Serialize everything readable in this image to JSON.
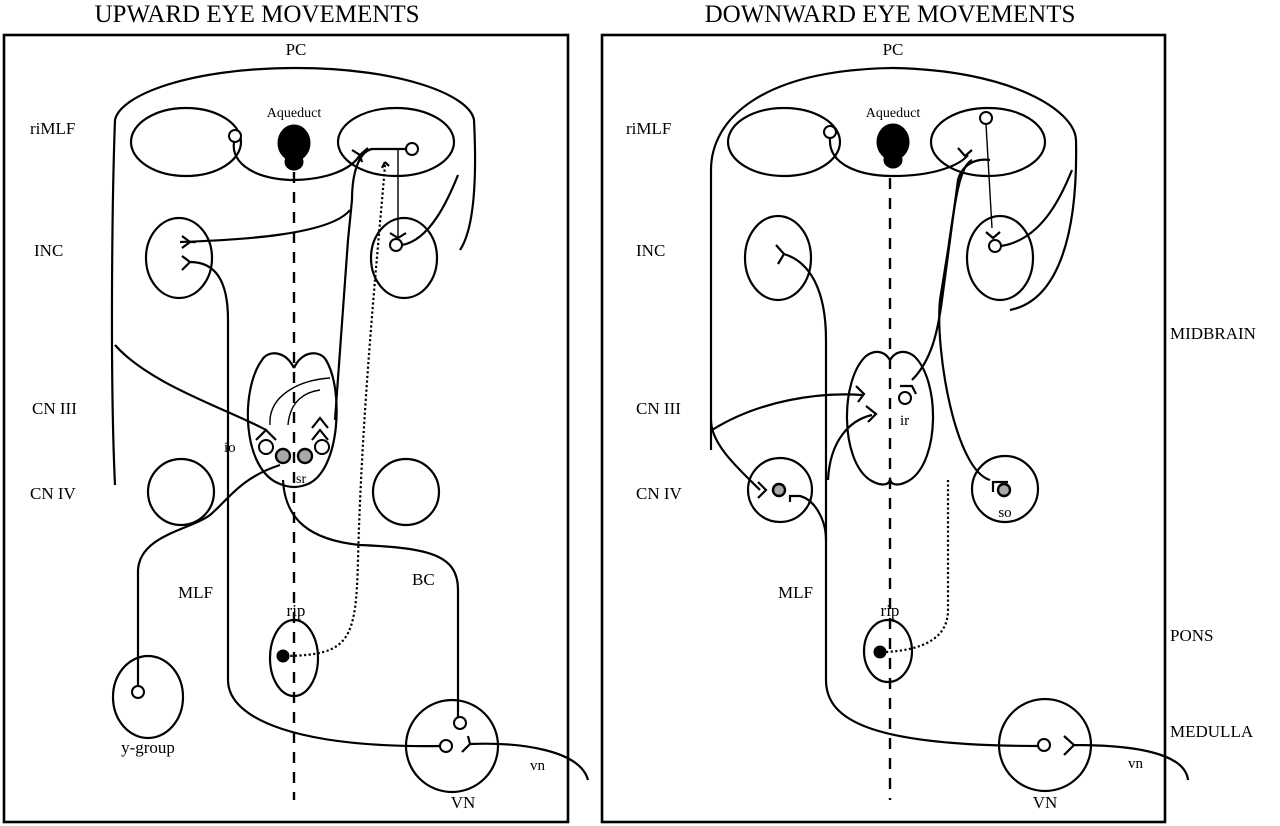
{
  "panels": [
    {
      "id": "upward",
      "title": "UPWARD EYE MOVEMENTS",
      "labels": {
        "pc": "PC",
        "aqueduct": "Aqueduct",
        "rimlf": "riMLF",
        "inc": "INC",
        "cn3": "CN III",
        "cn4": "CN IV",
        "io": "io",
        "sr": "sr",
        "mlf": "MLF",
        "bc": "BC",
        "rip": "rip",
        "ygroup": "y-group",
        "vn_nucleus": "VN",
        "vn_nerve": "vn"
      }
    },
    {
      "id": "downward",
      "title": "DOWNWARD EYE MOVEMENTS",
      "labels": {
        "pc": "PC",
        "aqueduct": "Aqueduct",
        "rimlf": "riMLF",
        "inc": "INC",
        "cn3": "CN III",
        "cn4": "CN IV",
        "ir": "ir",
        "so": "so",
        "mlf": "MLF",
        "rip": "rip",
        "vn_nucleus": "VN",
        "vn_nerve": "vn"
      }
    }
  ],
  "regions": [
    "MIDBRAIN",
    "PONS",
    "MEDULLA"
  ],
  "legend_semantics": {
    "open_circle": "neuron cell body",
    "filled_circle": "omnipause neuron (rip)",
    "gray_circle": "motoneuron",
    "fork": "synaptic terminal",
    "dotted_line": "inhibitory projection from rip",
    "dashed_line": "midline"
  }
}
